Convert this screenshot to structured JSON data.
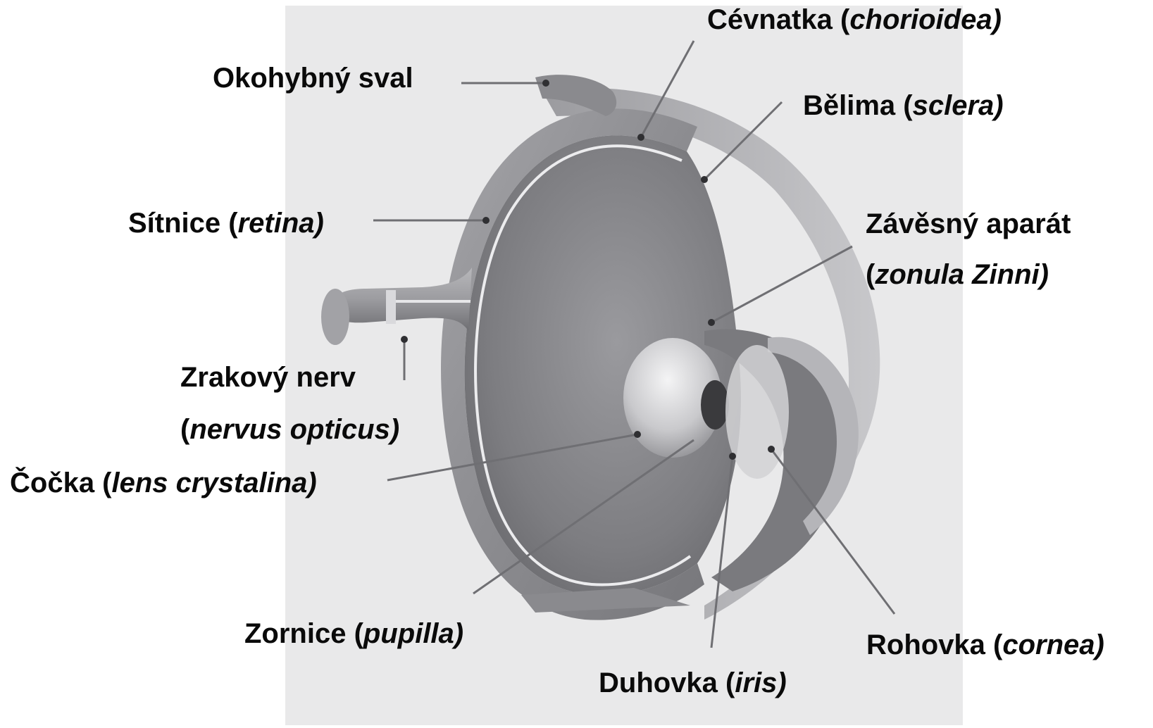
{
  "labels": {
    "okohybny_sval": "Okohybný sval",
    "cevnatka": {
      "cz": "Cévnatka (",
      "lat": "chorioidea)"
    },
    "belima": {
      "cz": "Bělima (",
      "lat": "sclera)"
    },
    "sitnice": {
      "cz": "Sítnice (",
      "lat": "retina)"
    },
    "zavesny_aparat": {
      "cz": "Závěsný aparát",
      "open": "(",
      "lat": "zonula Zinni)"
    },
    "zrakovy_nerv": {
      "cz": "Zrakový nerv",
      "open": "(",
      "lat": "nervus opticus)"
    },
    "cocka": {
      "cz": "Čočka (",
      "lat": "lens crystalina)"
    },
    "zornice": {
      "cz": "Zornice (",
      "lat": "pupilla)"
    },
    "duhovka": {
      "cz": "Duhovka (",
      "lat": "iris)"
    },
    "rohovka": {
      "cz": "Rohovka (",
      "lat": "cornea)"
    }
  },
  "colors": {
    "background_panel": "#e9e9ea",
    "eye_wall": "#8e8e92",
    "eye_wall_light": "#a9a9ad",
    "eye_interior": "#7c7c80",
    "leader_line": "#6f6f73",
    "text": "#0a0a0a"
  }
}
